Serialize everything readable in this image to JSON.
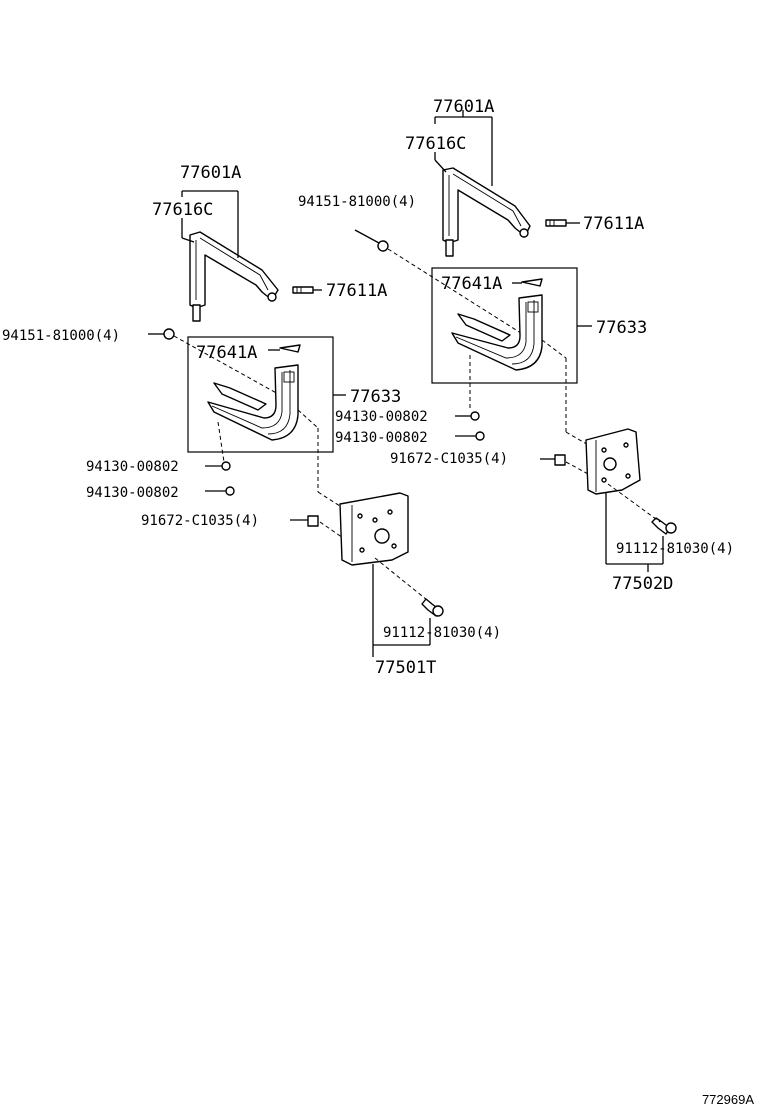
{
  "left_assembly": {
    "seat": "77601A",
    "arm": "77616C",
    "pin": "77611A",
    "bolt_top": "94151-81000(4)",
    "clip": "77641A",
    "strap": "77633",
    "nut_a": "94130-00802",
    "nut_b": "94130-00802",
    "stud": "91672-C1035(4)",
    "bracket_bolt": "91112-81030(4)",
    "bracket": "77501T"
  },
  "right_assembly": {
    "seat": "77601A",
    "arm": "77616C",
    "pin": "77611A",
    "bolt_top": "94151-81000(4)",
    "clip": "77641A",
    "strap": "77633",
    "nut_a": "94130-00802",
    "nut_b": "94130-00802",
    "stud": "91672-C1035(4)",
    "bracket_bolt": "91112-81030(4)",
    "bracket": "77502D"
  },
  "footer": {
    "drawing_code": "772969A"
  }
}
